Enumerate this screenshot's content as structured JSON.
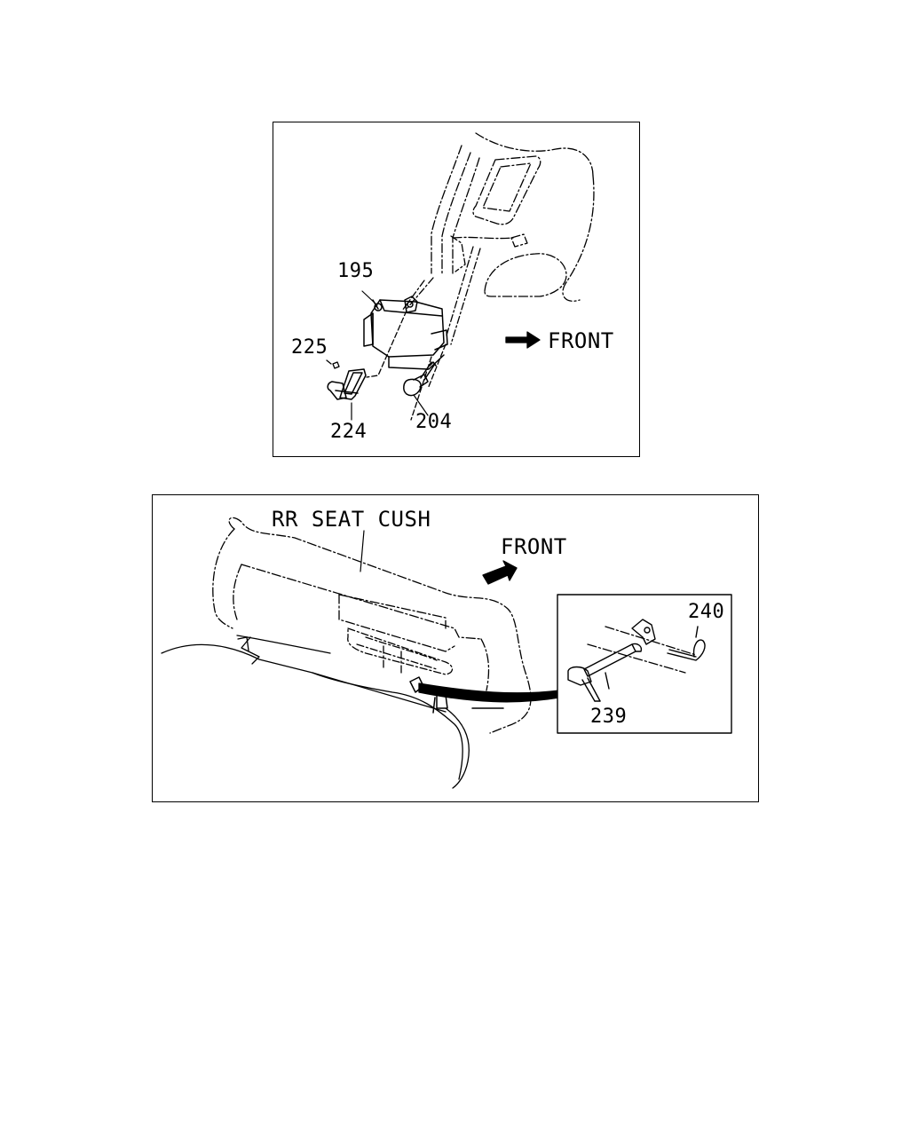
{
  "top_diagram": {
    "labels": {
      "p195": "195",
      "p225": "225",
      "p224": "224",
      "p204": "204",
      "front": "FRONT"
    }
  },
  "bottom_diagram": {
    "labels": {
      "cushion": "RR SEAT CUSH",
      "front": "FRONT",
      "p240": "240",
      "p239": "239"
    }
  }
}
